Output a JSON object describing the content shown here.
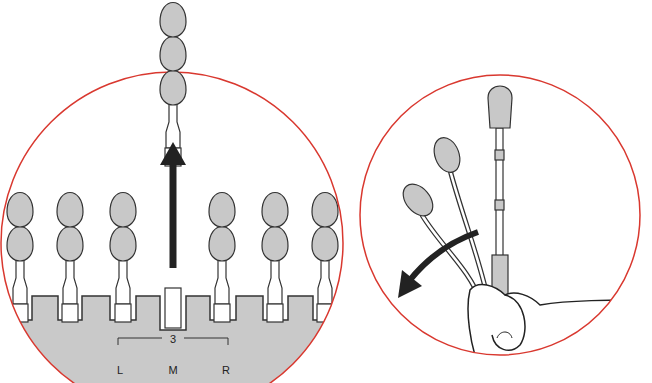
{
  "diagram": {
    "labels": [
      "3",
      "L",
      "M",
      "R"
    ]
  }
}
